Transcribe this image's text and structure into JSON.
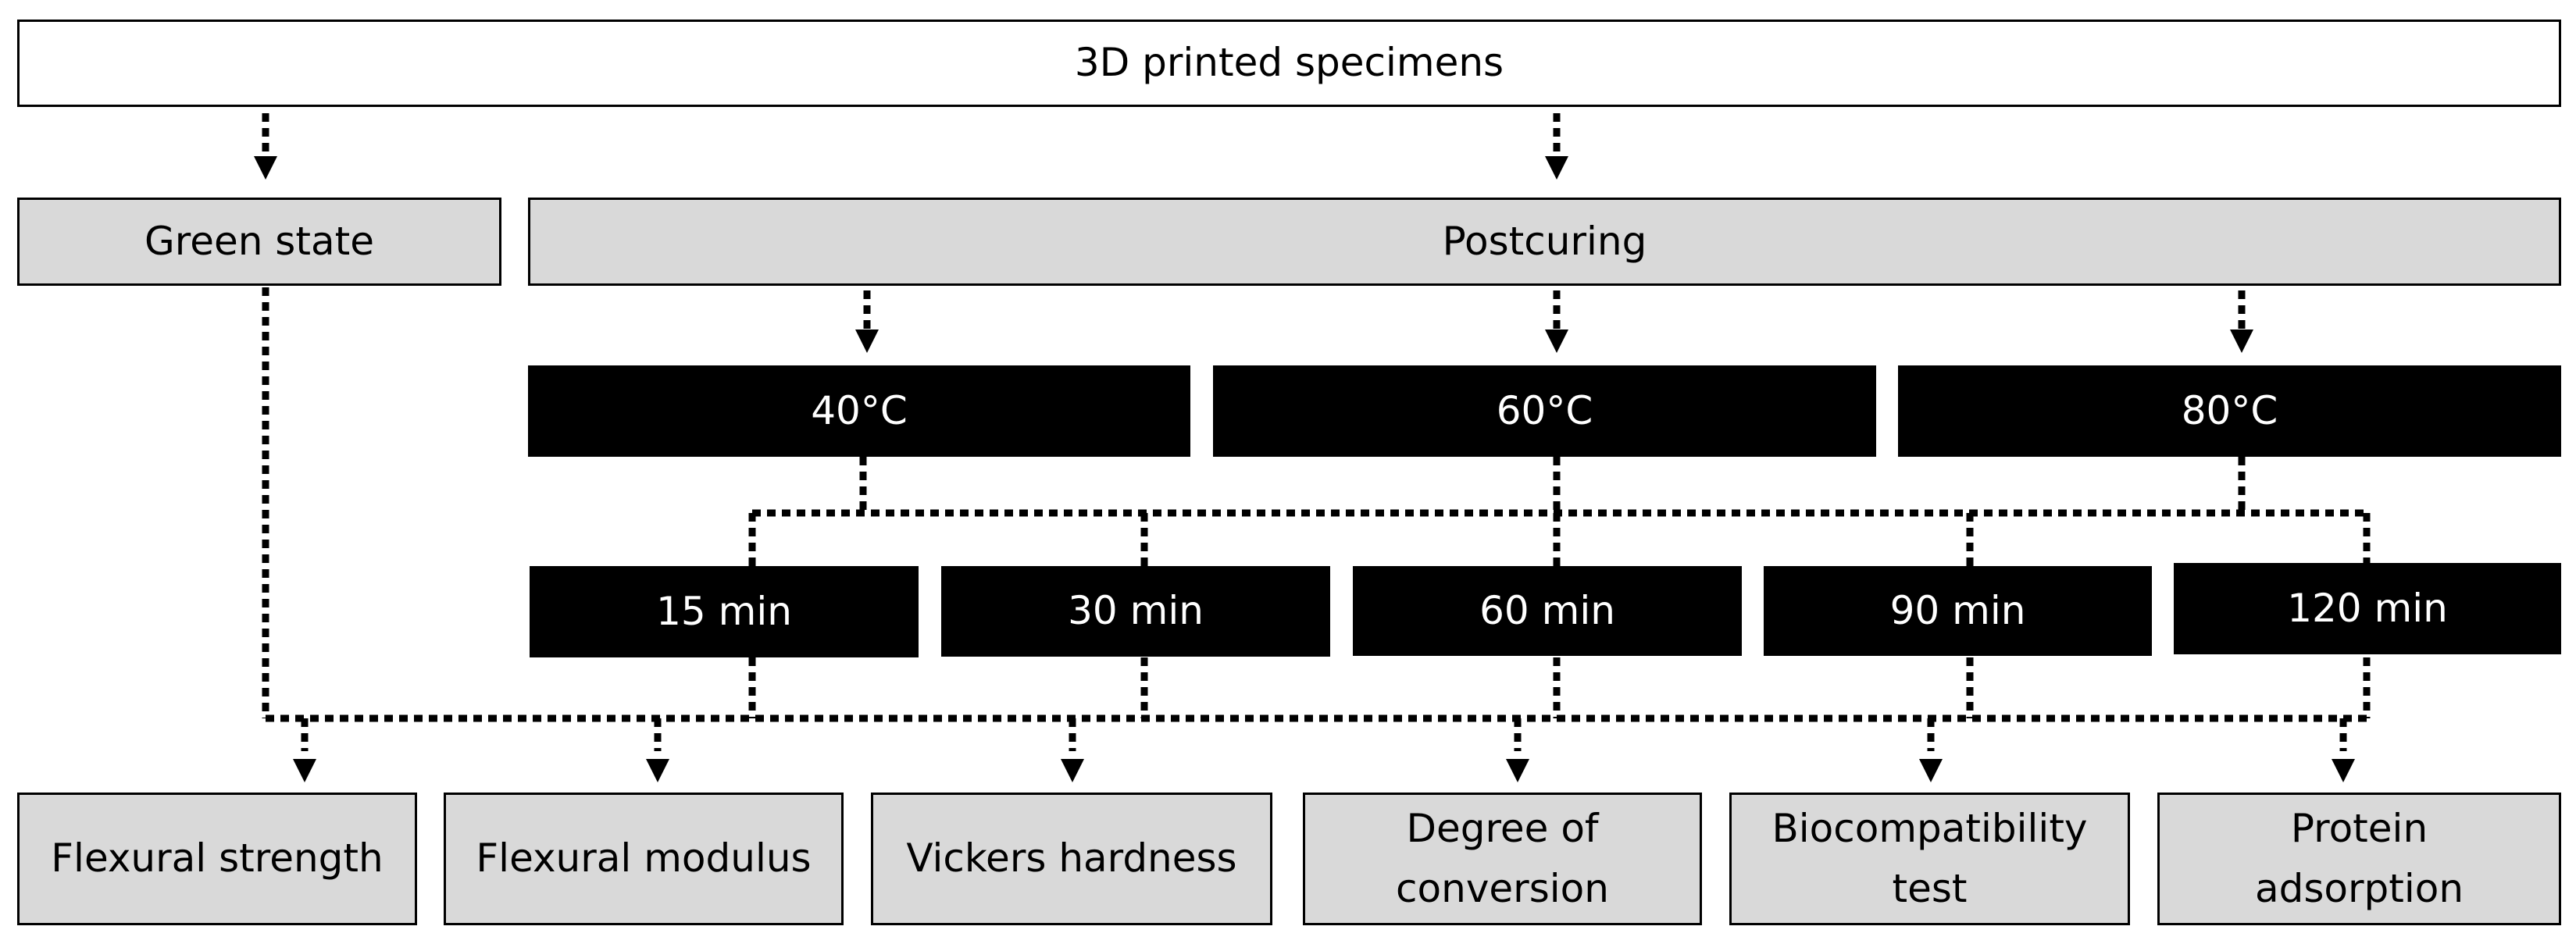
{
  "top": {
    "label": "3D printed specimens"
  },
  "states": {
    "green": "Green state",
    "post": "Postcuring"
  },
  "temperatures": [
    "40°C",
    "60°C",
    "80°C"
  ],
  "durations": [
    "15 min",
    "30 min",
    "60 min",
    "90 min",
    "120 min"
  ],
  "tests": [
    "Flexural strength",
    "Flexural modulus",
    "Vickers hardness",
    "Degree of\nconversion",
    "Biocompatibility\ntest",
    "Protein\nadsorption"
  ],
  "colors": {
    "black_box": "#000000",
    "grey_box": "#d9d9d9",
    "white_box": "#ffffff",
    "connector": "#000000"
  }
}
